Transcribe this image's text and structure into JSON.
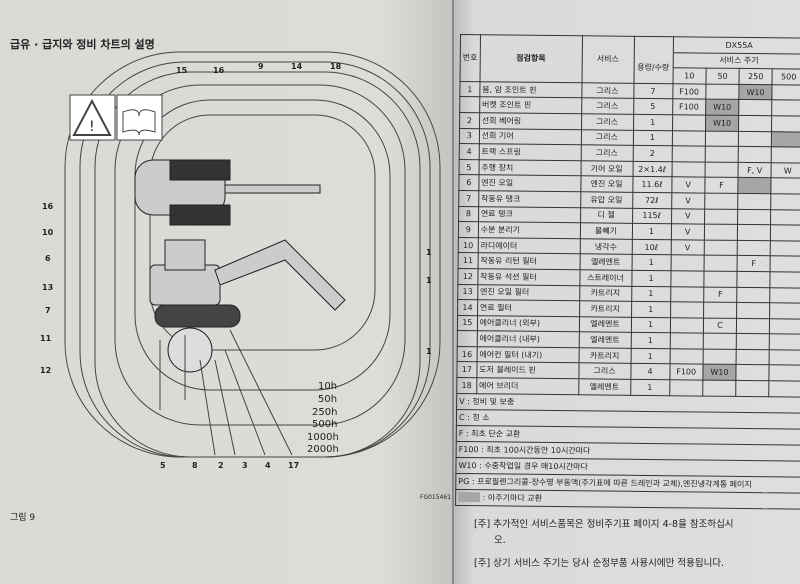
{
  "left_page": {
    "title": "급유 · 급지와 정비 차트의 설명",
    "figure_caption": "그림 9",
    "figure_code": "FG015461",
    "hour_labels": [
      "10h",
      "50h",
      "250h",
      "500h",
      "1000h",
      "2000h"
    ],
    "callouts_top": [
      "15",
      "16",
      "9",
      "14",
      "18"
    ],
    "callouts_left": [
      "16",
      "10",
      "6",
      "13",
      "7",
      "11",
      "12"
    ],
    "callouts_right": [
      "1",
      "1",
      "1"
    ],
    "callouts_bottom": [
      "5",
      "8",
      "2",
      "3",
      "4",
      "17"
    ]
  },
  "right_page": {
    "headers": {
      "no": "번호",
      "item": "점검항목",
      "service": "서비스",
      "qty": "용량/수량",
      "model": "DX55A",
      "interval": "서비스 주기",
      "cols": [
        "10",
        "50",
        "250",
        "500"
      ]
    },
    "rows": [
      {
        "no": "1",
        "item": "붐, 암 조인트 핀",
        "service": "그리스",
        "qty": "7",
        "c": [
          "F100",
          "",
          "W10",
          ""
        ],
        "shade": [
          false,
          false,
          true,
          false
        ]
      },
      {
        "no": "",
        "item": "버켓 조인트 핀",
        "service": "그리스",
        "qty": "5",
        "c": [
          "F100",
          "W10",
          "",
          ""
        ],
        "shade": [
          false,
          true,
          false,
          false
        ]
      },
      {
        "no": "2",
        "item": "선회 베어링",
        "service": "그리스",
        "qty": "1",
        "c": [
          "",
          "W10",
          "",
          ""
        ],
        "shade": [
          false,
          true,
          false,
          false
        ]
      },
      {
        "no": "3",
        "item": "선회 기어",
        "service": "그리스",
        "qty": "1",
        "c": [
          "",
          "",
          "",
          ""
        ],
        "shade": [
          false,
          false,
          false,
          true
        ]
      },
      {
        "no": "4",
        "item": "트랙 스프링",
        "service": "그리스",
        "qty": "2",
        "c": [
          "",
          "",
          "",
          ""
        ],
        "shade": [
          false,
          false,
          false,
          false
        ]
      },
      {
        "no": "5",
        "item": "주행 장치",
        "service": "기어 오일",
        "qty": "2×1.4ℓ",
        "c": [
          "",
          "",
          "F, V",
          "W"
        ],
        "shade": [
          false,
          false,
          false,
          false
        ]
      },
      {
        "no": "6",
        "item": "엔진 오일",
        "service": "엔진 오일",
        "qty": "11.6ℓ",
        "c": [
          "V",
          "F",
          "",
          ""
        ],
        "shade": [
          false,
          false,
          true,
          false
        ]
      },
      {
        "no": "7",
        "item": "작동유 탱크",
        "service": "유압 오일",
        "qty": "72ℓ",
        "c": [
          "V",
          "",
          "",
          ""
        ],
        "shade": [
          false,
          false,
          false,
          false
        ]
      },
      {
        "no": "8",
        "item": "연료 탱크",
        "service": "디 젤",
        "qty": "115ℓ",
        "c": [
          "V",
          "",
          "",
          ""
        ],
        "shade": [
          false,
          false,
          false,
          false
        ]
      },
      {
        "no": "9",
        "item": "수분 분리기",
        "service": "물빼기",
        "qty": "1",
        "c": [
          "V",
          "",
          "",
          ""
        ],
        "shade": [
          false,
          false,
          false,
          false
        ]
      },
      {
        "no": "10",
        "item": "라디에이터",
        "service": "냉각수",
        "qty": "10ℓ",
        "c": [
          "V",
          "",
          "",
          ""
        ],
        "shade": [
          false,
          false,
          false,
          false
        ]
      },
      {
        "no": "11",
        "item": "작동유 리턴 필터",
        "service": "엘레멘트",
        "qty": "1",
        "c": [
          "",
          "",
          "F",
          ""
        ],
        "shade": [
          false,
          false,
          false,
          false
        ]
      },
      {
        "no": "12",
        "item": "작동유 석션 필터",
        "service": "스트레이너",
        "qty": "1",
        "c": [
          "",
          "",
          "",
          ""
        ],
        "shade": [
          false,
          false,
          false,
          false
        ]
      },
      {
        "no": "13",
        "item": "엔진 오일 필터",
        "service": "카트리지",
        "qty": "1",
        "c": [
          "",
          "F",
          "",
          ""
        ],
        "shade": [
          false,
          false,
          false,
          false
        ]
      },
      {
        "no": "14",
        "item": "연료 필터",
        "service": "카트리지",
        "qty": "1",
        "c": [
          "",
          "",
          "",
          ""
        ],
        "shade": [
          false,
          false,
          false,
          false
        ]
      },
      {
        "no": "15",
        "item": "에어클리너 (외부)",
        "service": "엘레멘트",
        "qty": "1",
        "c": [
          "",
          "C",
          "",
          ""
        ],
        "shade": [
          false,
          false,
          false,
          false
        ]
      },
      {
        "no": "",
        "item": "에어클리너 (내부)",
        "service": "엘레멘트",
        "qty": "1",
        "c": [
          "",
          "",
          "",
          ""
        ],
        "shade": [
          false,
          false,
          false,
          false
        ]
      },
      {
        "no": "16",
        "item": "에어컨 필터 (내기)",
        "service": "카트리지",
        "qty": "1",
        "c": [
          "",
          "",
          "",
          ""
        ],
        "shade": [
          false,
          false,
          false,
          false
        ]
      },
      {
        "no": "17",
        "item": "도저 블레이드 핀",
        "service": "그리스",
        "qty": "4",
        "c": [
          "F100",
          "W10",
          "",
          ""
        ],
        "shade": [
          false,
          true,
          false,
          false
        ]
      },
      {
        "no": "18",
        "item": "에어 브리더",
        "service": "엘레멘트",
        "qty": "1",
        "c": [
          "",
          "",
          "",
          ""
        ],
        "shade": [
          false,
          false,
          false,
          false
        ]
      }
    ],
    "legend": [
      "V : 정비 및 보충",
      "C : 청 소",
      "F : 최초 단순 교환",
      "F100 : 최초 100시간동안 10시간마다",
      "W10 : 수중작업일 경우 매10시간마다",
      "PG : 프로필렌그리콜-장수명 부동액(주기표에 따른 드레인과 교체),엔진냉각계통 페이지",
      "  : 아주기마다 교환"
    ],
    "notes": [
      "[주] 추가적인 서비스품목은 정비주기표 페이지 4-8을 참조하십시",
      "오.",
      "[주] 상기 서비스 주기는 당사 순정부품 사용시에만 적용됩니다."
    ],
    "shade_color": "#a6a6a4"
  }
}
